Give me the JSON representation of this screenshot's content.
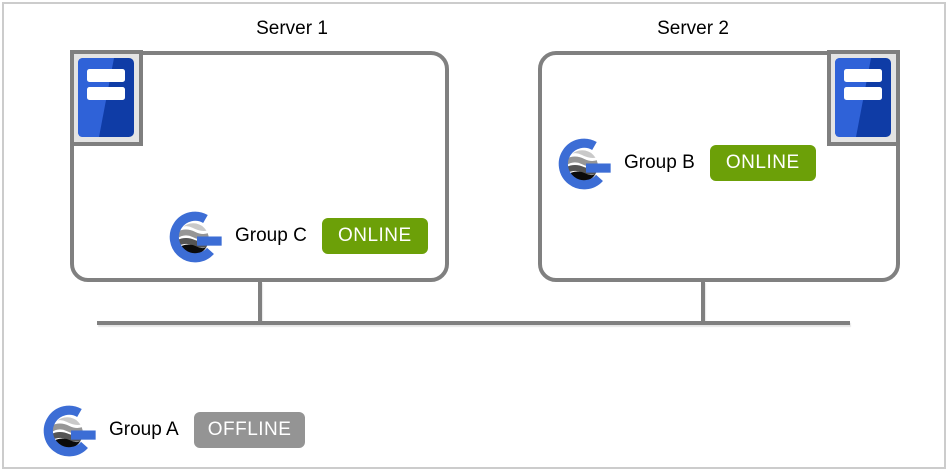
{
  "servers": [
    {
      "title": "Server 1",
      "icon": "server-tower-icon",
      "group": {
        "name": "Group C",
        "status": "ONLINE",
        "icon": "g-globe-logo-icon"
      }
    },
    {
      "title": "Server 2",
      "icon": "server-tower-icon",
      "group": {
        "name": "Group B",
        "status": "ONLINE",
        "icon": "g-globe-logo-icon"
      }
    }
  ],
  "standalone_group": {
    "name": "Group A",
    "status": "OFFLINE",
    "icon": "g-globe-logo-icon"
  },
  "colors": {
    "online_badge": "#6CA008",
    "offline_badge": "#949494",
    "outline_gray": "#808080",
    "logo_blue": "#3C6DD5",
    "server_icon_blue_light": "#2F62D8",
    "server_icon_blue_dark": "#0F3CA6",
    "frame_border": "#CCCCCC"
  }
}
